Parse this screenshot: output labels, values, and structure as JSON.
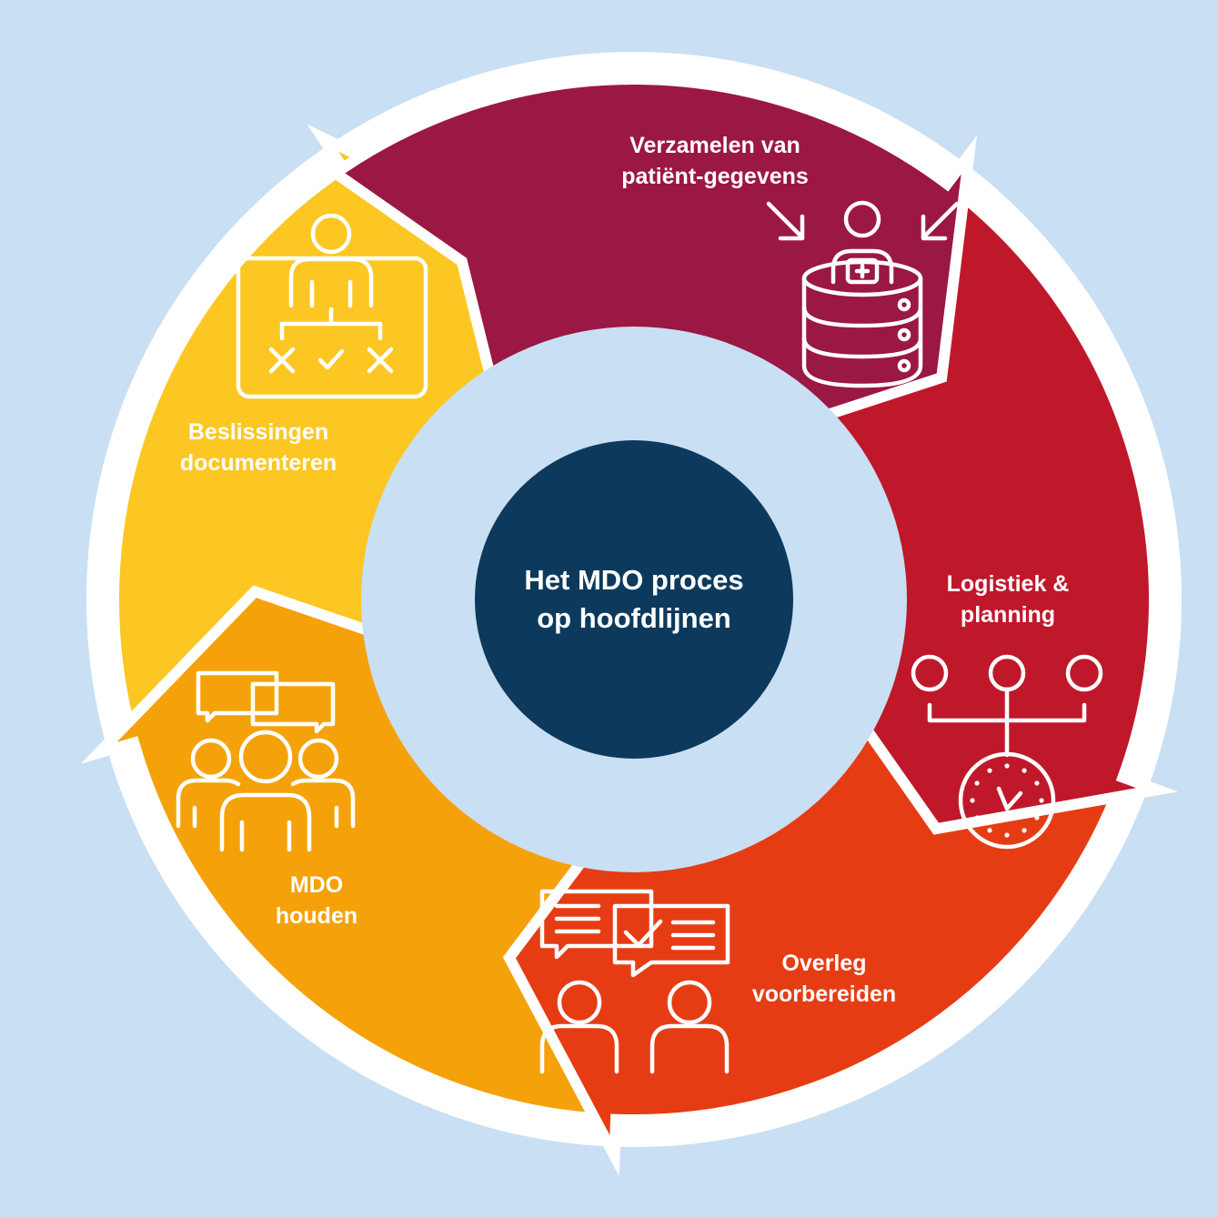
{
  "diagram": {
    "center": {
      "line1": "Het MDO proces",
      "line2": "op hoofdlijnen"
    },
    "steps": [
      {
        "id": "collect",
        "line1": "Verzamelen van",
        "line2": "patiënt-gegevens",
        "color": "#9b1744",
        "icon": "patient-database-icon"
      },
      {
        "id": "logistics",
        "line1": "Logistiek &",
        "line2": "planning",
        "color": "#c0182b",
        "icon": "planning-clock-icon"
      },
      {
        "id": "prepare",
        "line1": "Overleg",
        "line2": "voorbereiden",
        "color": "#e63c14",
        "icon": "consultation-icon"
      },
      {
        "id": "meeting",
        "line1": "MDO",
        "line2": "houden",
        "color": "#f5a20a",
        "icon": "group-meeting-icon"
      },
      {
        "id": "document",
        "line1": "Beslissingen",
        "line2": "documenteren",
        "color": "#fcc722",
        "icon": "decision-board-icon"
      }
    ],
    "colors": {
      "background": "#c9dff3",
      "center": "#0d3a5c",
      "outline": "#ffffff"
    }
  }
}
